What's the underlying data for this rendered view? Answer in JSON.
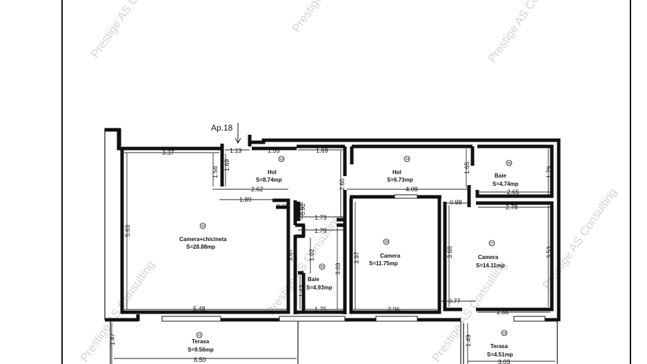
{
  "apartment_label": "Ap.18",
  "watermark_text": "Prestige AS Consulting",
  "rooms": [
    {
      "id": "living",
      "number": "02",
      "name": "Camera+chicineta",
      "area": "S=28.88mp"
    },
    {
      "id": "hall1",
      "number": "03",
      "name": "Hol",
      "area": "S=8.74mp"
    },
    {
      "id": "hall2",
      "number": "04",
      "name": "Hol",
      "area": "S=6.73mp"
    },
    {
      "id": "bath1",
      "number": "06",
      "name": "Baie",
      "area": "S=4.74mp"
    },
    {
      "id": "bath2",
      "number": "05",
      "name": "Baie",
      "area": "S=4.93mp"
    },
    {
      "id": "room1",
      "number": "08",
      "name": "Camera",
      "area": "S=11.75mp"
    },
    {
      "id": "room2",
      "number": "07",
      "name": "Camera",
      "area": "S=14.11mp"
    },
    {
      "id": "terrace1",
      "number": "01",
      "name": "Terasa",
      "area": "S=9.56mp"
    },
    {
      "id": "terrace2",
      "number": "09",
      "name": "Terasa",
      "area": "S=4.51mp"
    }
  ],
  "dimensions": {
    "d337": "3.37",
    "d113": "1.13",
    "d153": "1.53",
    "d169a": "1.69",
    "d158": "1.58",
    "d169b": "1.69",
    "d262": "2.62",
    "d189": "1.89",
    "d260": "2.60",
    "d060": "0.60",
    "d092": "0.92",
    "d173": "1.73",
    "d175a": "1.75",
    "d563": "5.63",
    "d367": "3.67",
    "d102": "1.02",
    "d303": "3.03",
    "d143": "1.43",
    "d548": "5.48",
    "d175b": "1.75",
    "d408": "4.08",
    "d165": "1.65",
    "d397": "3.97",
    "d296": "2.96",
    "d265": "2.65",
    "d179": "1.79",
    "d098": "0.98",
    "d278": "2.78",
    "d368": "3.68",
    "d353": "3.53",
    "d077": "0.77",
    "d266": "2.66",
    "d147": "1.47",
    "d650": "6.50",
    "d149": "1.49",
    "d303b": "3.03"
  }
}
